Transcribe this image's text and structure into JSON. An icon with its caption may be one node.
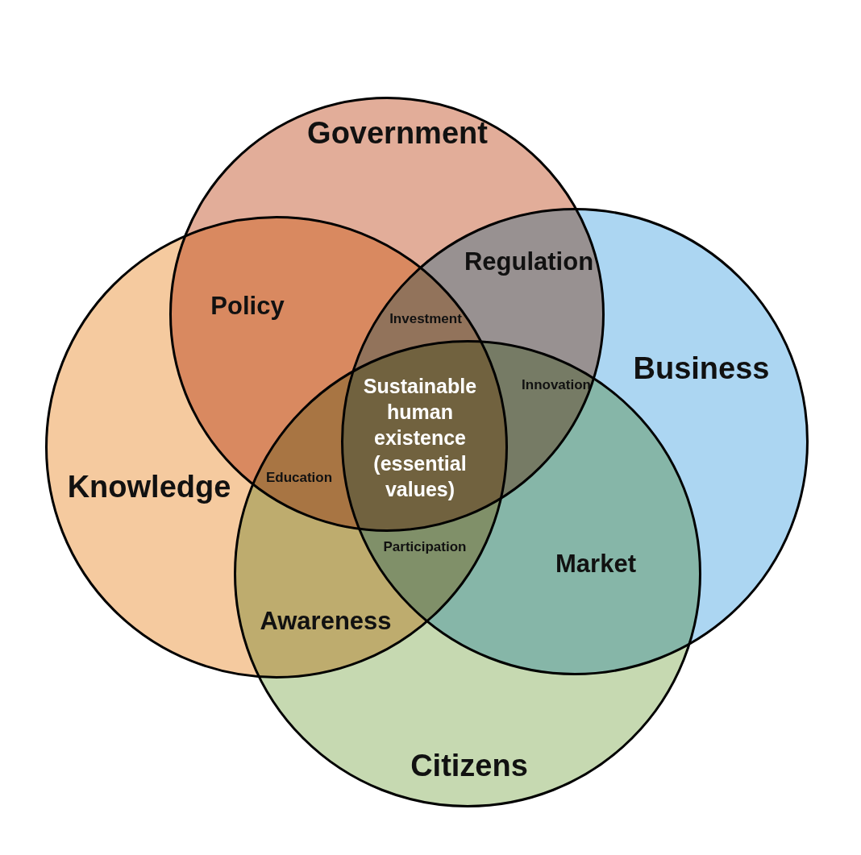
{
  "diagram": {
    "nodes": [
      {
        "text": [
          "Government"
        ]
      },
      {
        "text": [
          "Business"
        ]
      },
      {
        "text": [
          "Knowledge"
        ]
      },
      {
        "text": [
          "Citizens"
        ]
      }
    ],
    "labels": [
      "Regulation",
      "Policy",
      "Investment",
      "Innovation",
      "Sustainable human existence (essential values)",
      "Education",
      "Participation",
      "Market",
      "Awareness"
    ]
  }
}
